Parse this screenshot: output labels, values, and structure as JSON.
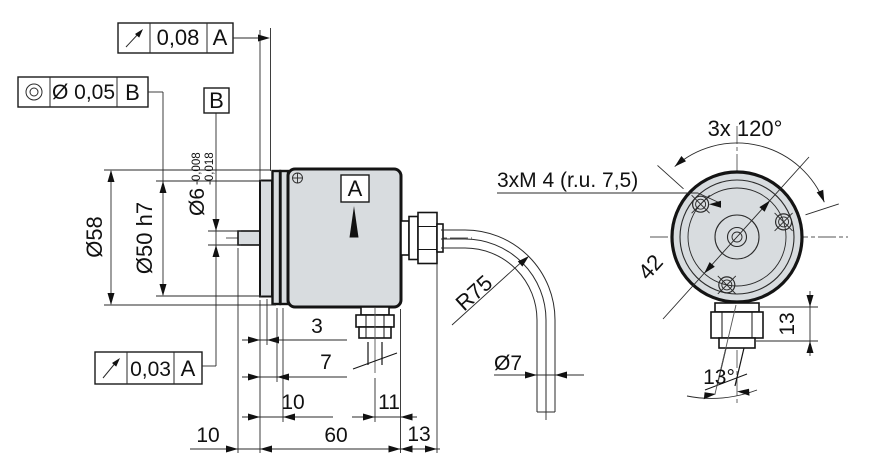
{
  "tolerances": {
    "face_runout": {
      "value": "0,08",
      "datum": "A"
    },
    "concentricity": {
      "value": "Ø 0,05",
      "datum": "B"
    },
    "shaft_runout": {
      "value": "0,03",
      "datum": "A"
    },
    "datum_a_flag": "A",
    "datum_b_flag": "B"
  },
  "side_view": {
    "dia_flange": "Ø58",
    "dia_spigot": "Ø50 h7",
    "dia_shaft": "Ø6",
    "shaft_tol_upper": "-0,008",
    "shaft_tol_lower": "-0,018",
    "dim_step1": "3",
    "dim_step2": "7",
    "dim_collar": "10",
    "dim_gland_offset": "11",
    "dim_shaft_len": "10",
    "dim_body_len": "60",
    "dim_gland_len": "13",
    "cable_bend_radius": "R75",
    "cable_dia": "Ø7"
  },
  "front_view": {
    "hole_pattern_angle": "3x 120°",
    "thread_spec": "3xM 4 (r.u. 7,5)",
    "bolt_circle_dia": "42",
    "gland_height": "13",
    "cable_exit_angle": "13°"
  }
}
